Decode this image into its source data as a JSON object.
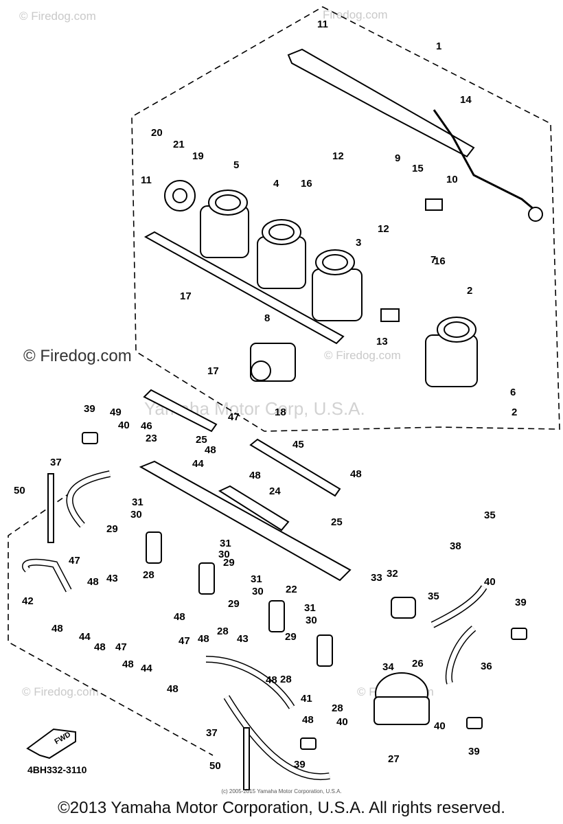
{
  "watermark": {
    "site": "© Firedog.com",
    "site_short": "Firedog.com",
    "brand": "Yamaha Motor Corp, U.S.A."
  },
  "diagram_code": "4BH332-3110",
  "fwd_label": "FWD",
  "small_copyright": "(c) 2005-2015 Yamaha Motor Corporation, U.S.A.",
  "footer": "©2013 Yamaha Motor Corporation, U.S.A. All rights reserved.",
  "callouts": [
    "1",
    "2",
    "3",
    "4",
    "5",
    "6",
    "7",
    "8",
    "9",
    "10",
    "11",
    "12",
    "13",
    "14",
    "15",
    "16",
    "17",
    "18",
    "19",
    "20",
    "21",
    "22",
    "23",
    "24",
    "25",
    "26",
    "27",
    "28",
    "29",
    "30",
    "31",
    "32",
    "33",
    "34",
    "35",
    "36",
    "37",
    "38",
    "39",
    "40",
    "41",
    "42",
    "43",
    "44",
    "45",
    "46",
    "47",
    "48",
    "49",
    "50"
  ]
}
